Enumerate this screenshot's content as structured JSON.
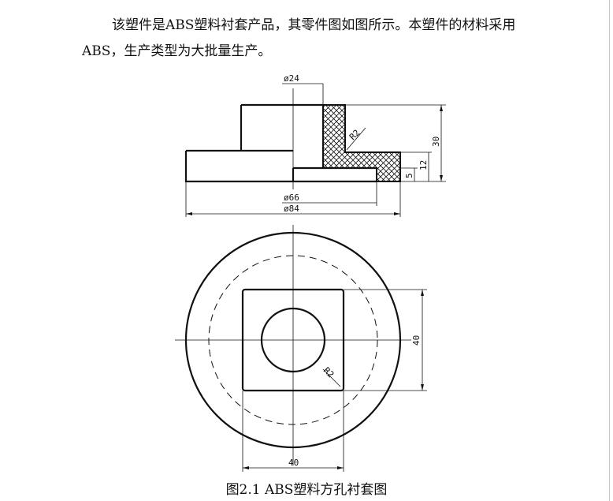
{
  "document": {
    "paragraph_line1": "该塑件是ABS塑料衬套产品，其零件图如图所示。本塑件的材料采用",
    "paragraph_line2": "ABS，生产类型为大批量生产。",
    "caption": "图2.1 ABS塑料方孔衬套图"
  },
  "drawing": {
    "dim_d24": "ø24",
    "dim_d66": "ø66",
    "dim_d84": "ø84",
    "dim_h30": "30",
    "dim_h12": "12",
    "dim_h5": "5",
    "dim_r2_section": "R2",
    "dim_r2_plan": "R2",
    "dim_40_side": "40",
    "dim_40_bottom": "40"
  }
}
